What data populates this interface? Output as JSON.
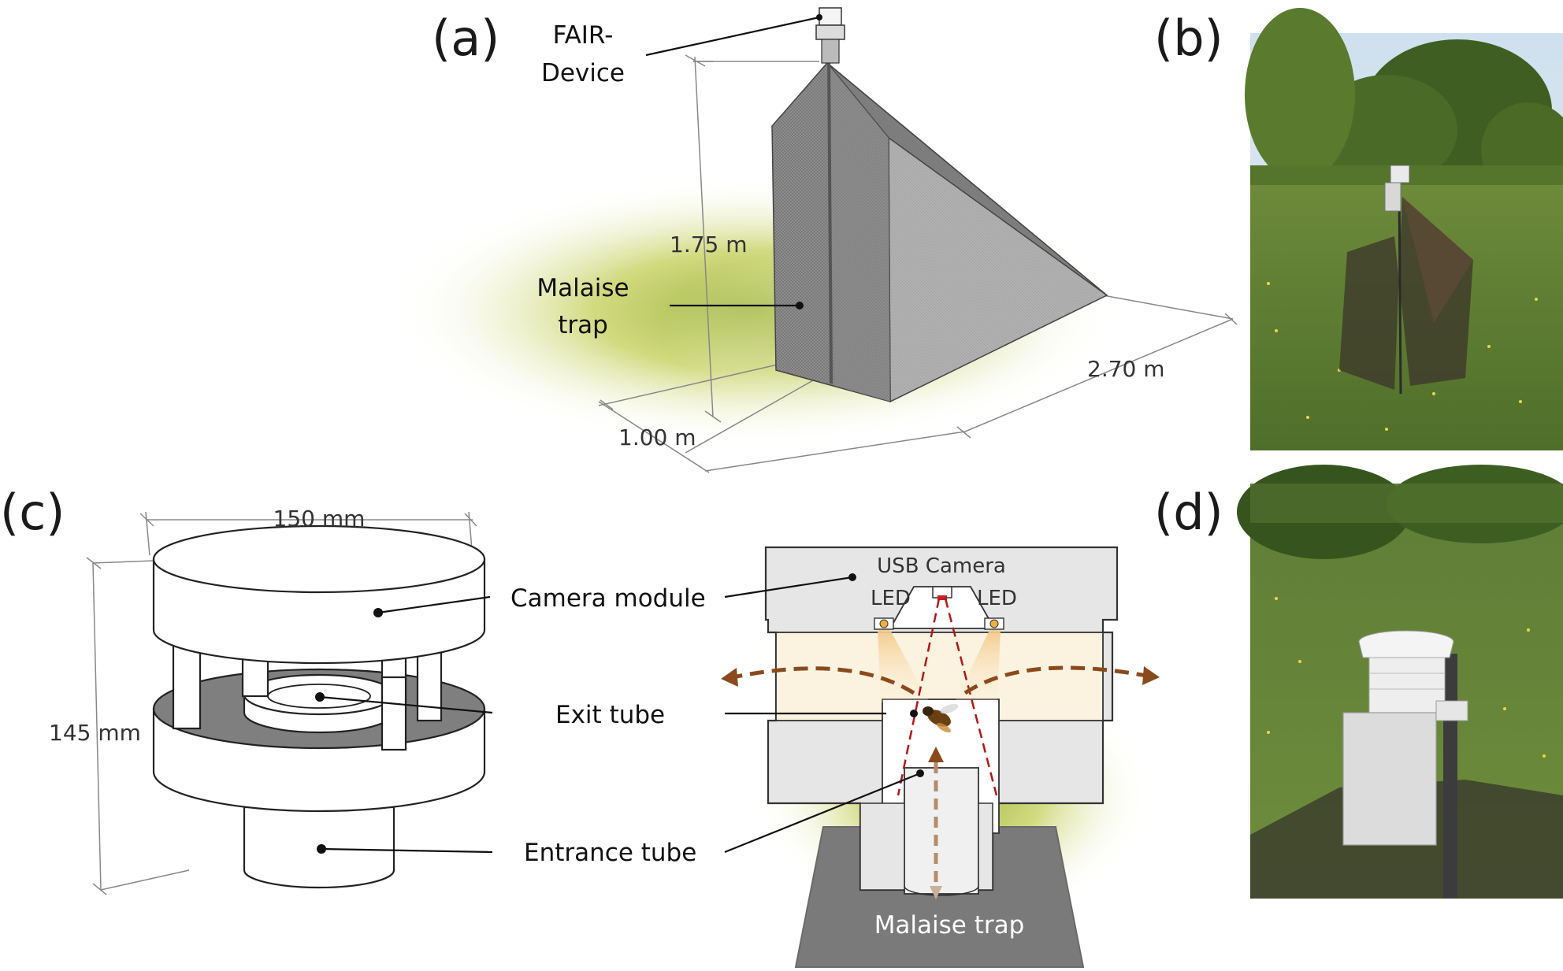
{
  "panels": {
    "a": "(a)",
    "b": "(b)",
    "c": "(c)",
    "d": "(d)"
  },
  "panel_a": {
    "device_label": [
      "FAIR-",
      "Device"
    ],
    "trap_label": [
      "Malaise",
      "trap"
    ],
    "height": "1.75 m",
    "width": "1.00 m",
    "length": "2.70 m"
  },
  "panel_c": {
    "diameter": "150 mm",
    "height": "145 mm",
    "camera_module": "Camera module",
    "exit_tube": "Exit tube",
    "entrance_tube": "Entrance tube"
  },
  "panel_cs": {
    "usb_camera": "USB Camera",
    "led_left": "LED",
    "led_right": "LED",
    "malaise_trap": "Malaise trap"
  },
  "colors": {
    "arrow_brown": "#8b4a1c",
    "ray_red": "#b01818",
    "body_gray": "#e6e6e6",
    "base_gray": "#7a7a7a"
  }
}
